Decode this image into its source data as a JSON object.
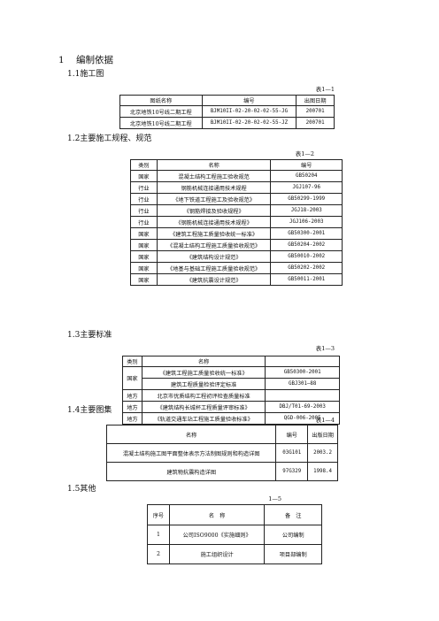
{
  "section": {
    "number": "1",
    "title": "编制依据"
  },
  "s11": {
    "title": "1.1施工图",
    "caption": "表1—1",
    "headers": [
      "图纸名称",
      "编号",
      "出图日期"
    ],
    "rows": [
      [
        "北京地铁10号线二期工程",
        "BJM10II-02-20-02-02-55-JG",
        "200701"
      ],
      [
        "北京地铁10号线二期工程",
        "BJM10II-02-20-02-02-55-JZ",
        "200701"
      ]
    ]
  },
  "s12": {
    "title": "1.2主要施工规程、规范",
    "caption": "表1—2",
    "headers": [
      "类别",
      "名称",
      "编号"
    ],
    "rows": [
      [
        "国家",
        "混凝土结构工程施工验收规范",
        "GB50204"
      ],
      [
        "行业",
        "钢筋机械连接通用技术规程",
        "JGJ107-96"
      ],
      [
        "行业",
        "《地下铁道工程施工及验收规范》",
        "GB50299-1999"
      ],
      [
        "行业",
        "《钢筋焊接及验收规程》",
        "JGJ18-2003"
      ],
      [
        "行业",
        "《钢筋机械连接通用技术规程》",
        "JGJ106-2003"
      ],
      [
        "国家",
        "《建筑工程施工质量验收统一标准》",
        "GB50300-2001"
      ],
      [
        "国家",
        "《混凝土结构工程施工质量验收规范》",
        "GB50204-2002"
      ],
      [
        "国家",
        "《建筑结构设计规范》",
        "GB50010-2002"
      ],
      [
        "国家",
        "《地基与基础工程施工质量验收规范》",
        "GB50202-2002"
      ],
      [
        "国家",
        "《建筑抗震设计规范》",
        "GB50011-2001"
      ]
    ]
  },
  "s13": {
    "title": "1.3主要标准",
    "caption": "表1—3",
    "headers": [
      "类别",
      "名称",
      ""
    ],
    "group": "国家",
    "group_rows": [
      [
        "《建筑工程施工质量验收统一标准》",
        "GB50300-2001"
      ],
      [
        "建筑工程质量检验评定标准",
        "GBJ301—88"
      ]
    ],
    "rows": [
      [
        "地方",
        "北京市优质结构工程初评检查质量标准",
        ""
      ],
      [
        "地方",
        "《建筑结构长城杯工程质量评审标准》",
        "DBJ/T01-69-2003"
      ],
      [
        "地方",
        "《轨道交通车站工程施工质量验收标准》",
        "QGD-006-2005"
      ]
    ]
  },
  "s14": {
    "title": "1.4主要图集",
    "caption": "表1—4",
    "headers": [
      "名称",
      "编号",
      "出版日期"
    ],
    "rows": [
      [
        "混凝土结构施工图平面整体表示方法制图规则和构造详图",
        "03G101",
        "2003.2"
      ],
      [
        "建筑物抗震构造详图",
        "97G329",
        "1998.4"
      ]
    ]
  },
  "s15": {
    "title": "1.5其他",
    "caption": "1—5",
    "headers": [
      "序号",
      "名　称",
      "备　注"
    ],
    "rows": [
      [
        "1",
        "公司ISO9000《实施细则》",
        "公司编制"
      ],
      [
        "2",
        "施工组织设计",
        "项目部编制"
      ]
    ]
  }
}
